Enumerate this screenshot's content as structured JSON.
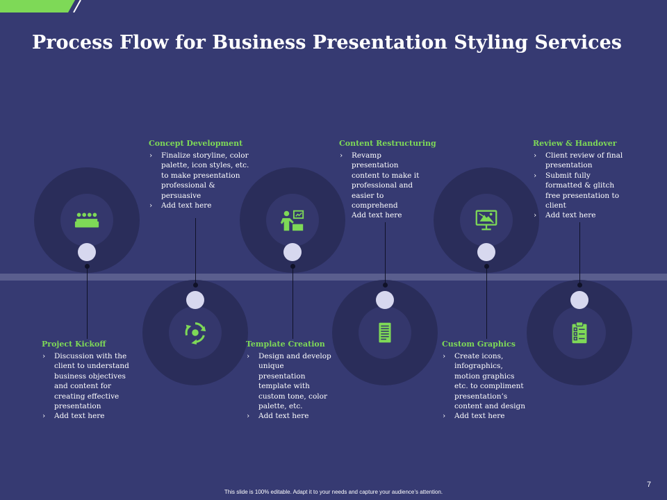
{
  "slide": {
    "title": "Process Flow for Business Presentation Styling Services",
    "footer_note": "This slide is 100% editable. Adapt it to your needs and capture your audience’s attention.",
    "page_number": "7"
  },
  "colors": {
    "background": "#363a72",
    "ring_outer": "#2a2d5a",
    "ring_inner": "#34376c",
    "accent_green": "#7ed957",
    "band": "#5a5e8e",
    "knob": "#d7d8ef"
  },
  "steps": [
    {
      "title": "Project Kickoff",
      "icon": "team-meeting-icon",
      "items": [
        [
          "Discussion with the",
          "client to understand",
          "business objectives",
          "and content for",
          "creating effective",
          "presentation"
        ],
        [
          "Add text here"
        ]
      ]
    },
    {
      "title": "Concept Development",
      "icon": "cycle-process-icon",
      "items": [
        [
          "Finalize storyline, color",
          "palette, icon styles, etc.",
          "to make presentation",
          "professional &",
          "persuasive"
        ],
        [
          "Add text here"
        ]
      ]
    },
    {
      "title": "Template Creation",
      "icon": "presenter-board-icon",
      "items": [
        [
          "Design and develop",
          "unique",
          "presentation",
          "template with",
          "custom tone, color",
          "palette, etc."
        ],
        [
          "Add text here"
        ]
      ]
    },
    {
      "title": "Content Restructuring",
      "icon": "document-icon",
      "items": [
        [
          "Revamp",
          "presentation",
          "content to make it",
          "professional and",
          "easier to",
          "comprehend",
          "Add text here"
        ]
      ]
    },
    {
      "title": "Custom Graphics",
      "icon": "monitor-design-icon",
      "items": [
        [
          "Create icons,",
          "infographics,",
          "motion graphics",
          "etc. to compliment",
          "presentation’s",
          "content and design"
        ],
        [
          "Add text here"
        ]
      ]
    },
    {
      "title": "Review & Handover",
      "icon": "checklist-clipboard-icon",
      "items": [
        [
          "Client review of final",
          "presentation"
        ],
        [
          "Submit fully",
          "formatted & glitch",
          "free presentation to",
          "client"
        ],
        [
          "Add text here"
        ]
      ]
    }
  ]
}
